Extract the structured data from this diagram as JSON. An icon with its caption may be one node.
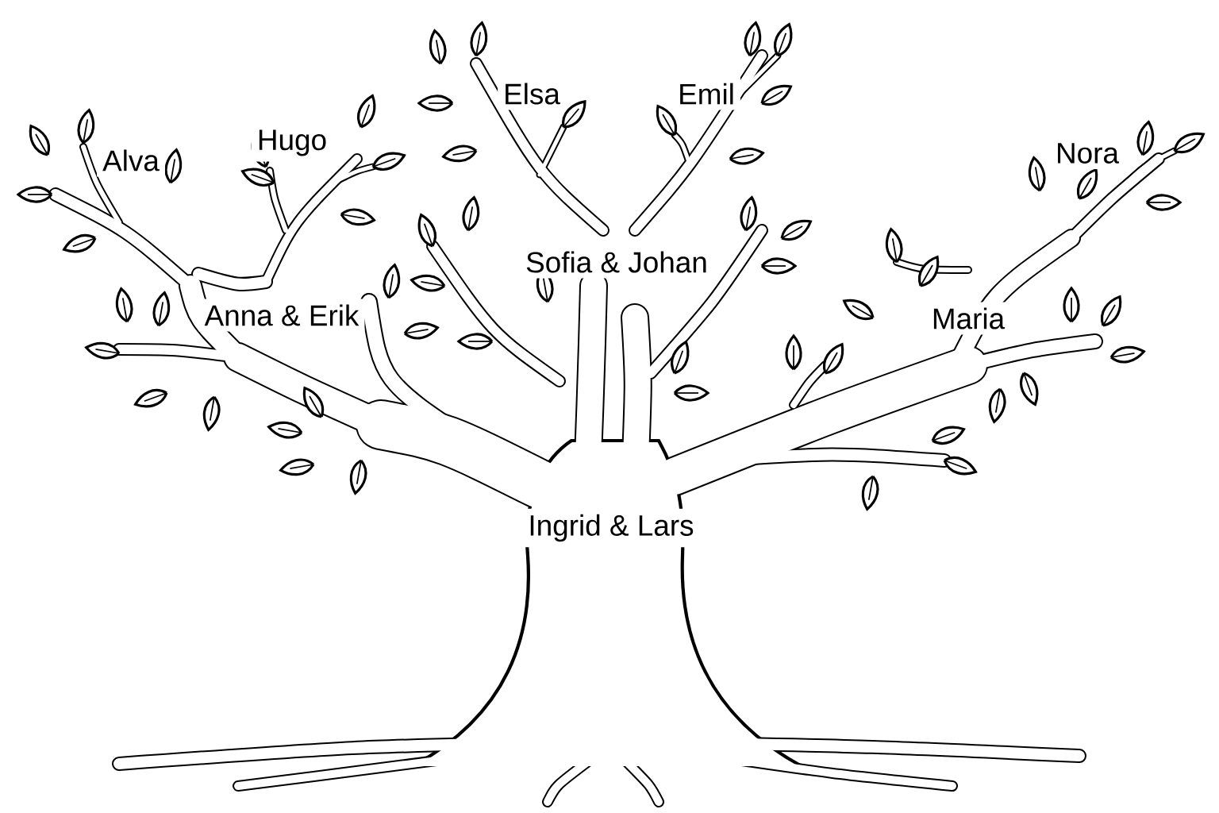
{
  "diagram": {
    "labels": [
      "Elsa",
      "Emil",
      "Alva",
      "Hugo",
      "Nora",
      "Sofia & Johan",
      "Anna & Erik",
      "Maria",
      "Ingrid & Lars"
    ]
  }
}
